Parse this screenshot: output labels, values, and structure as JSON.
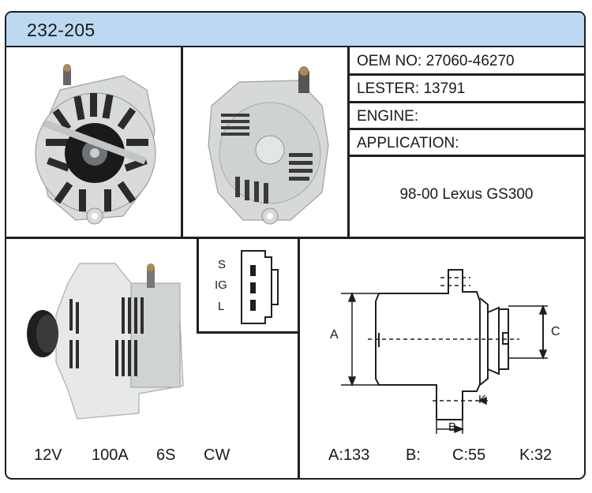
{
  "header": {
    "part_number": "232-205"
  },
  "specs": {
    "oem_label": "OEM NO:",
    "oem_value": "27060-46270",
    "lester_label": "LESTER:",
    "lester_value": "13791",
    "engine_label": "ENGINE:",
    "engine_value": "",
    "application_label": "APPLICATION:",
    "application_value": "98-00 Lexus GS300"
  },
  "connector": {
    "pins": [
      "S",
      "IG",
      "L"
    ]
  },
  "ratings": {
    "voltage": "12V",
    "amperage": "100A",
    "pulley": "6S",
    "rotation": "CW"
  },
  "dimension_labels": {
    "a": "A",
    "b": "B",
    "c": "C",
    "k": "K"
  },
  "dimensions": {
    "a": "A:133",
    "b": "B:",
    "c": "C:55",
    "k": "K:32"
  },
  "colors": {
    "header_bg": "#bcd9f1",
    "border": "#1f1f1f",
    "housing": "#d6d8d8"
  }
}
